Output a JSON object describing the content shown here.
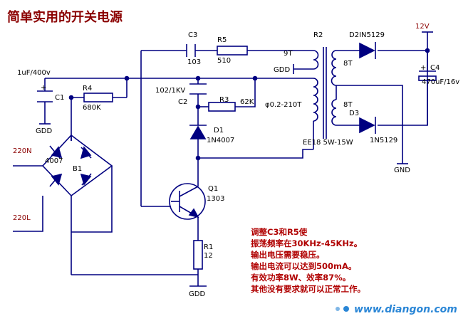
{
  "title": "简单实用的开关电源",
  "labels": {
    "c3": "C3",
    "c3_value": "103",
    "r5": "R5",
    "r5_value": "510",
    "r2": "R2",
    "d2": "D2IN5129",
    "v12": "12V",
    "c1_value": "1uF/400v",
    "c1": "C1",
    "gdd1": "GDD",
    "r4": "R4",
    "r4_value": "680K",
    "c2_value": "102/1KV",
    "c2": "C2",
    "r3": "R3",
    "r3_value": "62K",
    "t9": "9T",
    "gdd2": "GDD",
    "t8a": "8T",
    "c4": "C4",
    "c4_value": "470uF/16v",
    "phi": "φ0.2-210T",
    "t8b": "8T",
    "d3": "D3",
    "d1": "D1",
    "d1_value": "1N4007",
    "ee18": "EE18 5W-15W",
    "d3_value": "1N5129",
    "ac1": "220N",
    "bridge_value": "4007",
    "b1": "B1",
    "gnd": "GND",
    "q1": "Q1",
    "q1_value": "1303",
    "ac2": "220L",
    "r1": "R1",
    "r1_value": "12",
    "gdd3": "GDD"
  },
  "notes": [
    "调整C3和R5使",
    "振荡频率在30KHz-45KHz。",
    "输出电压需要稳压。",
    "输出电流可以达到500mA。",
    "有效功率8W、效率87%。",
    "其他没有要求就可以正常工作。"
  ],
  "watermark": "www.diangon.com",
  "colors": {
    "wire": "#000080",
    "label": "#000000",
    "title": "#8b0000",
    "note": "#b00000",
    "watermark": "#2a86d6"
  }
}
